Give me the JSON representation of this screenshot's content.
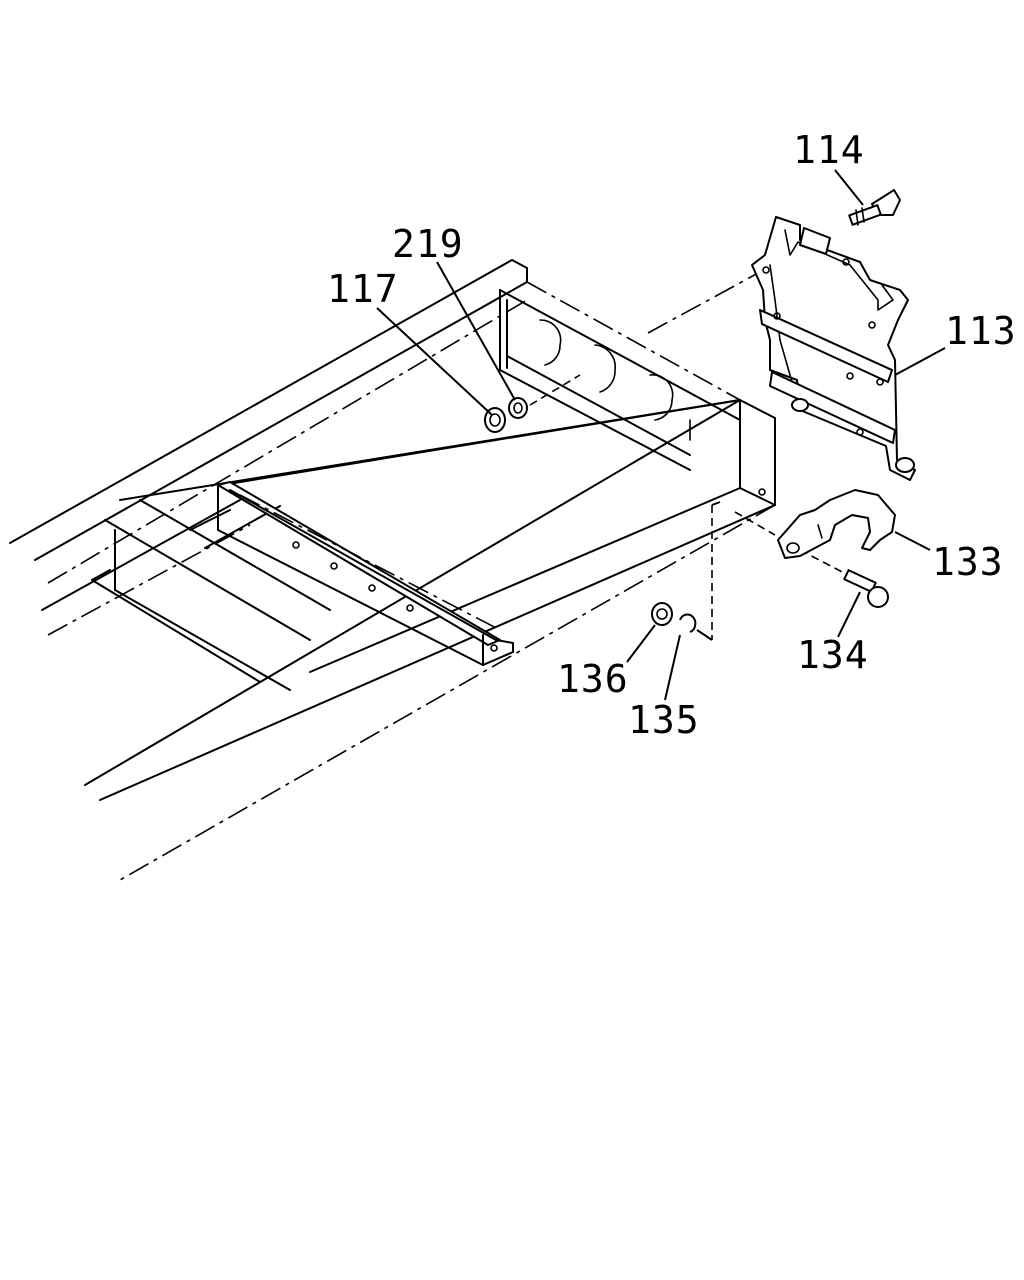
{
  "callouts": {
    "c114": "114",
    "c113": "113",
    "c219": "219",
    "c117": "117",
    "c133": "133",
    "c134": "134",
    "c136": "136",
    "c135": "135"
  },
  "colors": {
    "line": "#000000",
    "background": "#ffffff"
  }
}
